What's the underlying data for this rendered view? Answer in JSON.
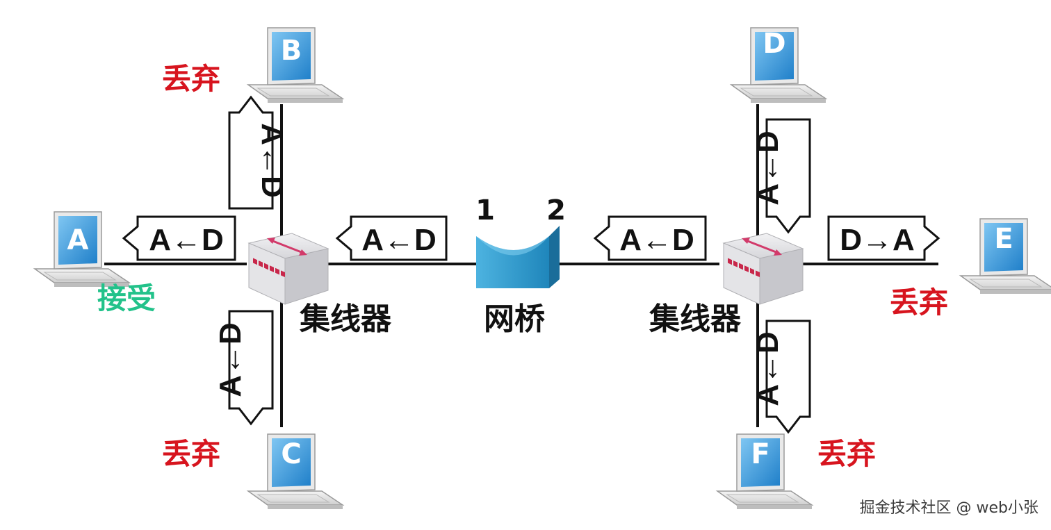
{
  "hosts": {
    "a": "A",
    "b": "B",
    "c": "C",
    "d": "D",
    "e": "E",
    "f": "F"
  },
  "devices": {
    "hub_left": "集线器",
    "hub_right": "集线器",
    "bridge": "网桥"
  },
  "bridge_ports": {
    "port1": "1",
    "port2": "2"
  },
  "frames": {
    "a_from_d": "A←D",
    "d_to_a": "D→A"
  },
  "status": {
    "accept": "接受",
    "discard_b": "丢弃",
    "discard_c": "丢弃",
    "discard_e": "丢弃",
    "discard_f": "丢弃"
  },
  "colors": {
    "accept": "#22c28a",
    "discard": "#d7141e",
    "screen": "#3b9ad9",
    "bridge": "#2a8fc0",
    "hub_body": "#d9d9dc",
    "hub_leds": "#c8274a"
  },
  "watermark": "掘金技术社区 @ web小张"
}
